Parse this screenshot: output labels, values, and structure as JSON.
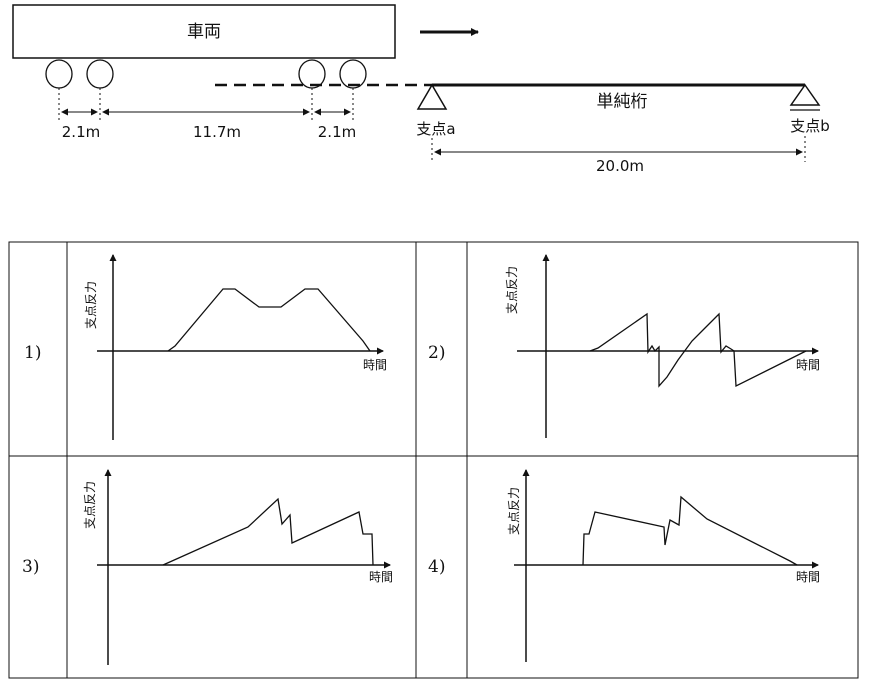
{
  "vehicle": {
    "label": "車両",
    "axle_gaps": [
      "2.1m",
      "11.7m",
      "2.1m"
    ]
  },
  "beam": {
    "label": "単純桁",
    "support_a": "支点a",
    "support_b": "支点b",
    "span": "20.0m"
  },
  "options": [
    {
      "number": "1)",
      "y_label": "支点反力",
      "x_label": "時間"
    },
    {
      "number": "2)",
      "y_label": "支点反力",
      "x_label": "時間"
    },
    {
      "number": "3)",
      "y_label": "支点反力",
      "x_label": "時間"
    },
    {
      "number": "4)",
      "y_label": "支点反力",
      "x_label": "時間"
    }
  ]
}
